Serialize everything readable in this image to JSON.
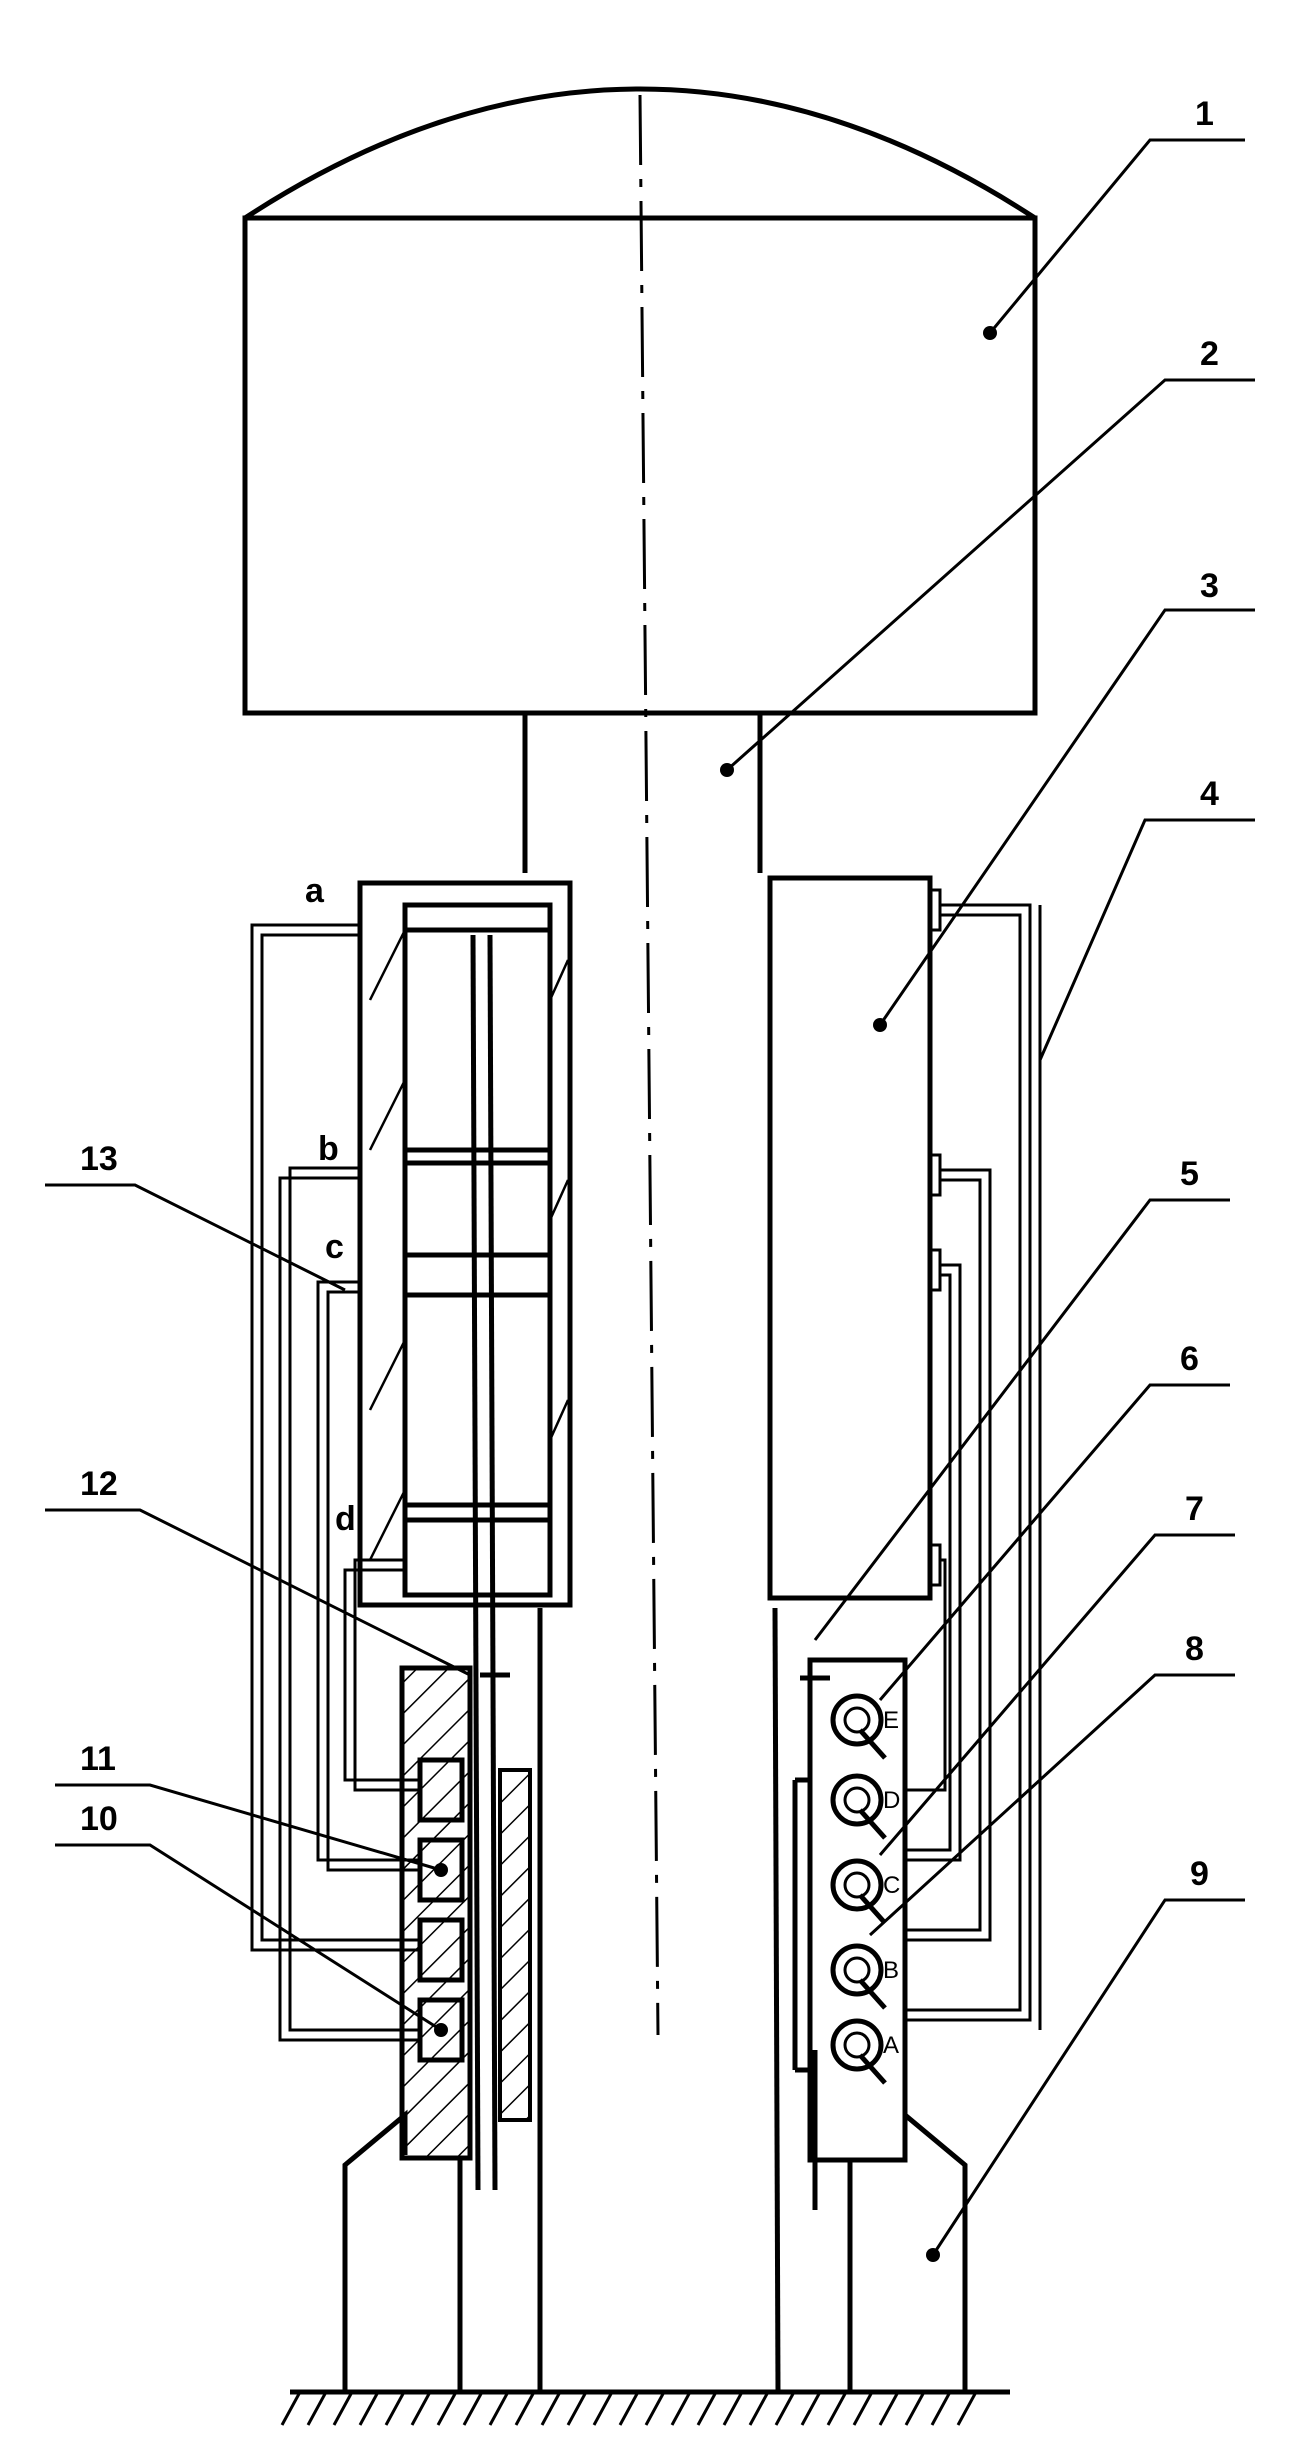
{
  "callouts": [
    "1",
    "2",
    "3",
    "4",
    "5",
    "6",
    "7",
    "8",
    "9",
    "10",
    "11",
    "12",
    "13"
  ],
  "ports": [
    "a",
    "b",
    "c",
    "d"
  ],
  "valves": [
    "A",
    "B",
    "C",
    "D",
    "E"
  ]
}
